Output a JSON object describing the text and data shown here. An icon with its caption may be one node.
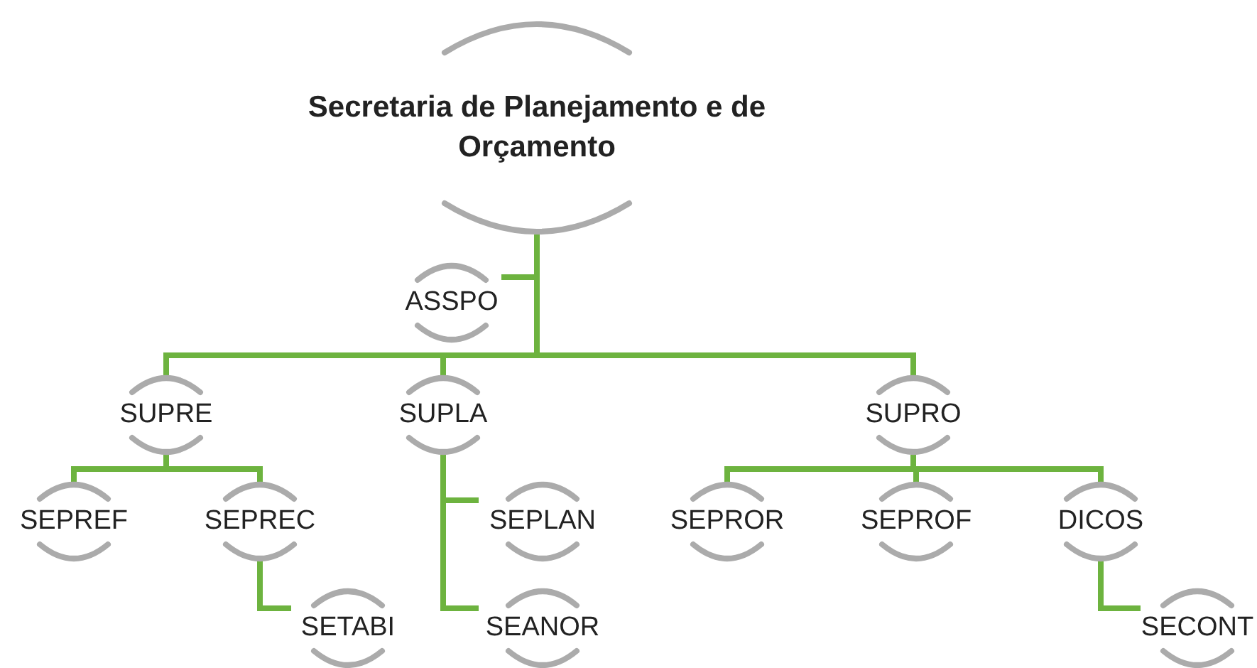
{
  "diagram": {
    "nodes": [
      {
        "text": [
          "Secretaria de Planejamento e de Orçamento"
        ]
      },
      {
        "text": [
          "ASSPO"
        ]
      },
      {
        "text": [
          "SUPRE"
        ]
      },
      {
        "text": [
          "SUPLA"
        ]
      },
      {
        "text": [
          "SUPRO"
        ]
      },
      {
        "text": [
          "SEPREF"
        ]
      },
      {
        "text": [
          "SEPREC"
        ]
      },
      {
        "text": [
          "SEPLAN"
        ]
      },
      {
        "text": [
          "SEPROR"
        ]
      },
      {
        "text": [
          "SEPROF"
        ]
      },
      {
        "text": [
          "DICOS"
        ]
      },
      {
        "text": [
          "SETABI"
        ]
      },
      {
        "text": [
          "SEANOR"
        ]
      },
      {
        "text": [
          "SECONT"
        ]
      }
    ],
    "edges": [
      {
        "from": 0,
        "to": 1,
        "arrow": "none"
      },
      {
        "from": 0,
        "to": 2,
        "arrow": "none"
      },
      {
        "from": 0,
        "to": 3,
        "arrow": "none"
      },
      {
        "from": 0,
        "to": 4,
        "arrow": "none"
      },
      {
        "from": 2,
        "to": 5,
        "arrow": "none"
      },
      {
        "from": 2,
        "to": 6,
        "arrow": "none"
      },
      {
        "from": 6,
        "to": 11,
        "arrow": "none"
      },
      {
        "from": 3,
        "to": 7,
        "arrow": "none"
      },
      {
        "from": 3,
        "to": 12,
        "arrow": "none"
      },
      {
        "from": 4,
        "to": 8,
        "arrow": "none"
      },
      {
        "from": 4,
        "to": 9,
        "arrow": "none"
      },
      {
        "from": 4,
        "to": 10,
        "arrow": "none"
      },
      {
        "from": 10,
        "to": 13,
        "arrow": "none"
      }
    ]
  }
}
